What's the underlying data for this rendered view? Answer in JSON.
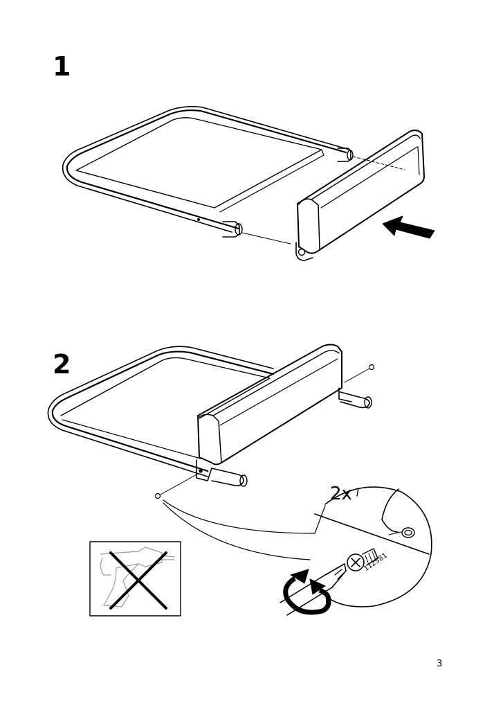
{
  "steps": [
    {
      "number": "1"
    },
    {
      "number": "2"
    }
  ],
  "detail": {
    "quantity": "2x",
    "part_number": "112581"
  },
  "warning": {
    "icon": "no-power-drill-icon"
  },
  "icons": {
    "push_arrow": "push-arrow-icon",
    "rotate_arrow": "rotate-arrow-icon"
  },
  "page": {
    "number": "3"
  }
}
